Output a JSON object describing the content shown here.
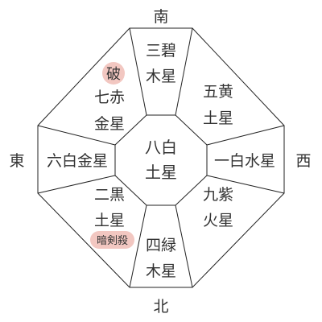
{
  "colors": {
    "line": "#222222",
    "text": "#333333",
    "badge_fill": "#f2c7c1"
  },
  "directions": {
    "south": "南",
    "north": "北",
    "east": "東",
    "west": "西"
  },
  "center": {
    "line1": "八白",
    "line2": "土星"
  },
  "sectors": {
    "south": {
      "line1": "三碧",
      "line2": "木星"
    },
    "southwest": {
      "line1": "五黄",
      "line2": "土星"
    },
    "west": {
      "line1": "一白水星"
    },
    "northwest": {
      "line1": "九紫",
      "line2": "火星"
    },
    "north": {
      "line1": "四緑",
      "line2": "木星"
    },
    "northeast": {
      "line1": "二黒",
      "line2": "土星"
    },
    "east": {
      "line1": "六白金星"
    },
    "southeast": {
      "line1": "七赤",
      "line2": "金星"
    }
  },
  "badges": {
    "ha": "破",
    "ankensatsu": "暗剣殺"
  }
}
